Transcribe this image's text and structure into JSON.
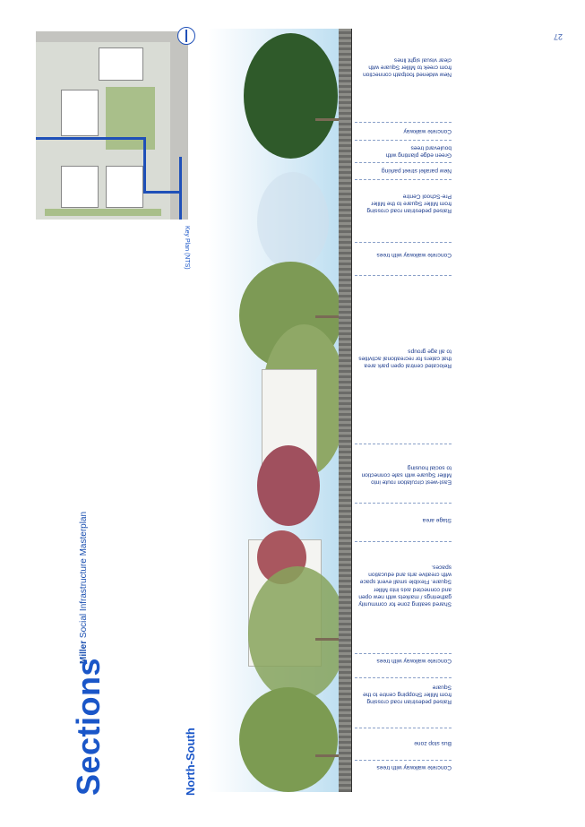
{
  "document": {
    "title_bold": "Miller",
    "title_rest": " Social Infrastructure Masterplan",
    "heading": "Sections",
    "subheading": "North-South",
    "page_number": "27"
  },
  "key_plan": {
    "label": "Key Plan (NTS)",
    "compass_icon": "north-arrow-icon",
    "line_color": "#1f50b8"
  },
  "annotations": [
    "Concrete walkway with trees",
    "Bus stop zone",
    "Raised pedestrian road crossing from Miller Shopping centre to the Square",
    "Concrete walkway with trees",
    "Shared seating zone for community gatherings / markets with new open and connected axis into Miller Square. Flexible small event space with creative arts and education spaces.",
    "Stage area",
    "East-west circulation route into Miller Square with safe connection to social housing",
    "Relocated central open park area that caters for recreational activities to all age groups",
    "Concrete walkway with trees",
    "Raised pedestrian road crossing from Miller Square to the Miller Pre-School Centre",
    "New parallel street parking",
    "Green edge planting with boulevard trees",
    "Concrete walkway",
    "New widened footpath connection from creek to Miller Square with clear visual sight lines"
  ],
  "colors": {
    "accent": "#1a56c8",
    "text": "#1a3a8c"
  }
}
